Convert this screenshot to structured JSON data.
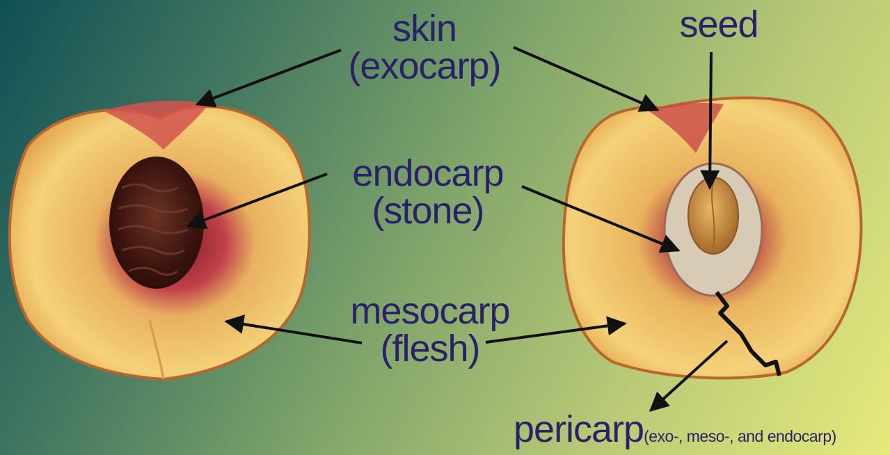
{
  "labels": {
    "skin": {
      "line1": "skin",
      "line2": "(exocarp)"
    },
    "seed": {
      "line1": "seed"
    },
    "endocarp": {
      "line1": "endocarp",
      "line2": "(stone)"
    },
    "mesocarp": {
      "line1": "mesocarp",
      "line2": "(flesh)"
    },
    "pericarp": {
      "main": "pericarp",
      "note": "(exo-, meso-, and endocarp)"
    }
  },
  "colors": {
    "label_text": "#2b2168",
    "arrow": "#111111",
    "flesh": "#f0c668",
    "skin_red": "#c2403e",
    "stone": "#4a2016",
    "seed": "#c9913f"
  }
}
